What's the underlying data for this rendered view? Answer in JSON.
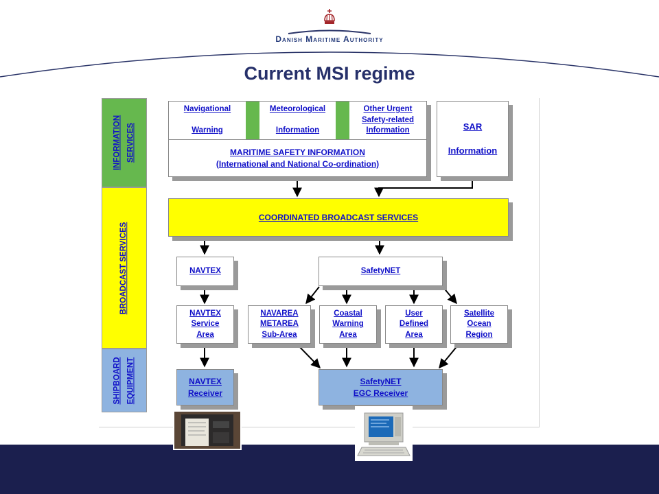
{
  "header": {
    "organization": "Danish Maritime Authority",
    "title": "Current MSI regime",
    "colors": {
      "title": "#26306a",
      "footer_band": "#1b1f4e",
      "swoosh": "#2a3468"
    }
  },
  "diagram": {
    "colors": {
      "information_band": "#66b84e",
      "broadcast_band": "#ffff00",
      "equipment_band": "#8eb3e0",
      "link_text": "#1010c8"
    },
    "bands": {
      "information": "INFORMATION\nSERVICES",
      "broadcast": "BROADCAST SERVICES",
      "equipment": "SHIPBOARD\nEQUIPMENT"
    },
    "nodes": {
      "navigational_warning": "Navigational\n\nWarning",
      "meteorological_information": "Meteorological\n\nInformation",
      "other_urgent": "Other Urgent\nSafety-related\nInformation",
      "sar_information": "SAR\n\nInformation",
      "msi": "MARITIME SAFETY INFORMATION\n(International and National Co-ordination)",
      "coordinated_broadcast": "COORDINATED BROADCAST SERVICES",
      "navtex": "NAVTEX",
      "safetynet": "SafetyNET",
      "navtex_service_area": "NAVTEX\nService\nArea",
      "navarea": "NAVAREA\nMETAREA\nSub-Area",
      "coastal_warning_area": "Coastal\nWarning\nArea",
      "user_defined_area": "User\nDefined\nArea",
      "satellite_ocean_region": "Satellite\nOcean\nRegion",
      "navtex_receiver": "NAVTEX\nReceiver",
      "safetynet_egc_receiver": "SafetyNET\nEGC Receiver"
    },
    "photos": [
      "navtex-receiver-photo",
      "egc-terminal-photo"
    ]
  }
}
